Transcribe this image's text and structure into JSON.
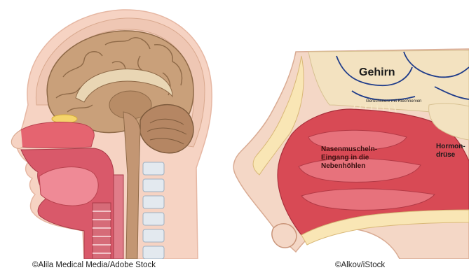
{
  "left_panel": {
    "credit": "©Alila Medical Media/Adobe Stock"
  },
  "right_panel": {
    "labels": {
      "brain": "Gehirn",
      "nerve": "Geruchsnerv mit Riechnerven",
      "conchae_line1": "Nasenmuscheln-",
      "conchae_line2": "Eingang in die",
      "conchae_line3": "Nebenhöhlen",
      "gland_line1": "Hormon-",
      "gland_line2": "drüse"
    },
    "credit": "©Alkov/iStock"
  }
}
